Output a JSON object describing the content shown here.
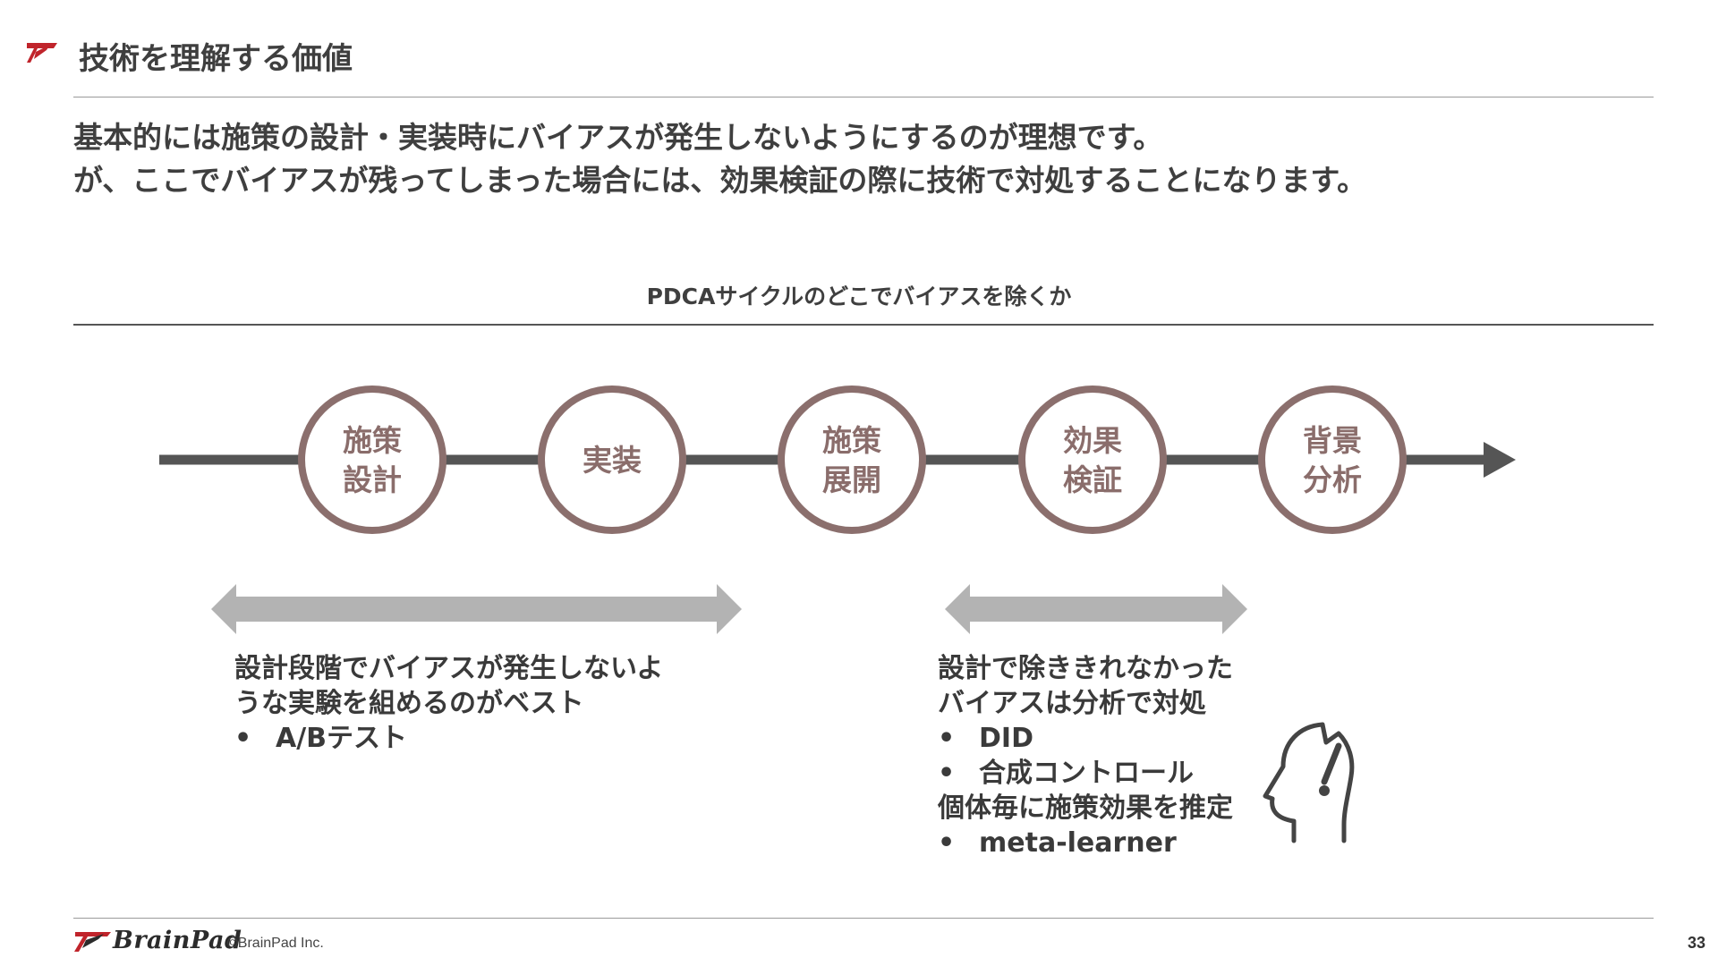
{
  "header": {
    "title": "技術を理解する価値",
    "accent_color": "#c0242b"
  },
  "lead": {
    "line1": "基本的には施策の設計・実装時にバイアスが発生しないようにするのが理想です。",
    "line2": "が、ここでバイアスが残ってしまった場合には、効果検証の際に技術で対処することになります。"
  },
  "section_title": "PDCAサイクルのどこでバイアスを除くか",
  "stages": [
    {
      "line1": "施策",
      "line2": "設計"
    },
    {
      "line1": "実装",
      "line2": ""
    },
    {
      "line1": "施策",
      "line2": "展開"
    },
    {
      "line1": "効果",
      "line2": "検証"
    },
    {
      "line1": "背景",
      "line2": "分析"
    }
  ],
  "left_note": {
    "line1": "設計段階でバイアスが発生しないよ",
    "line2": "うな実験を組めるのがベスト",
    "bullet1": "A/Bテスト"
  },
  "right_note": {
    "line1": "設計で除ききれなかった",
    "line2": "バイアスは分析で対処",
    "bullet1": "DID",
    "bullet2": "合成コントロール",
    "line3": "個体毎に施策効果を推定",
    "bullet3": "meta-learner"
  },
  "bullet_symbol": "•",
  "footer": {
    "logo_text": "BrainPad",
    "copyright": "©BrainPad Inc.",
    "page_number": "33"
  },
  "icons": [
    "brand-chevron-icon",
    "thinking-head-icon",
    "brand-logo-icon"
  ],
  "colors": {
    "stage_circle": "#8b6f6d",
    "timeline": "#555555",
    "range_arrow": "#b3b3b3"
  }
}
